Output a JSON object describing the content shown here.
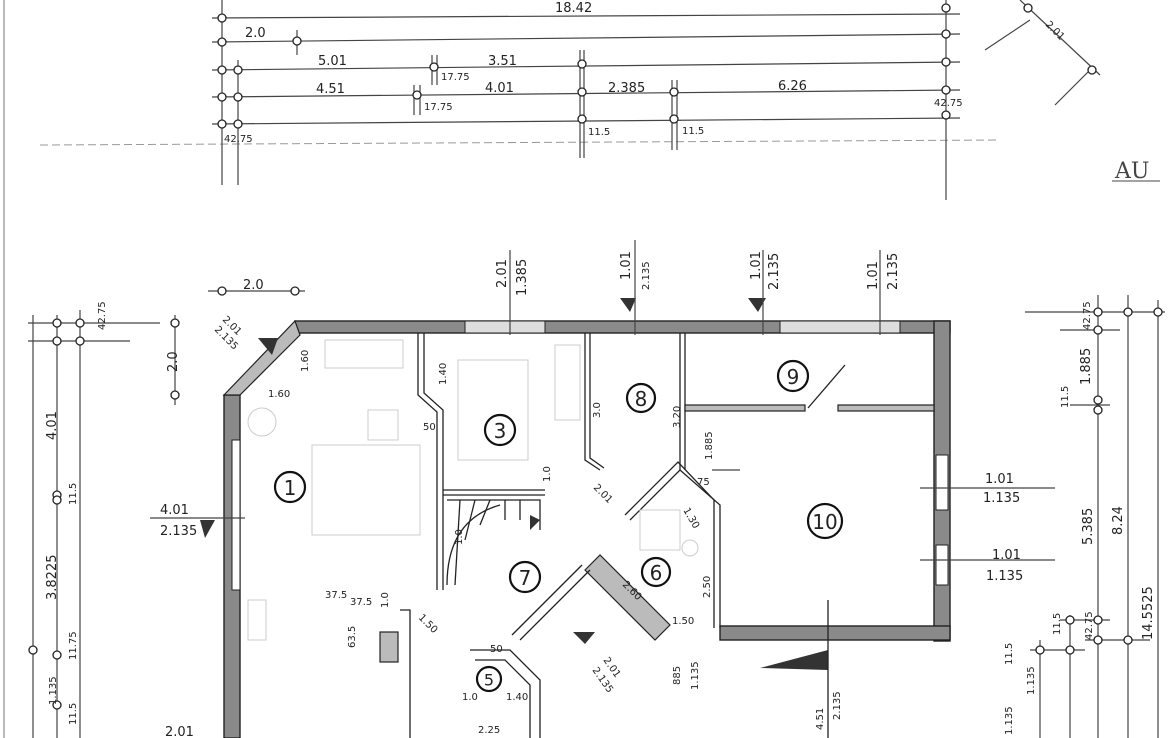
{
  "drawing": {
    "title_mark": "AU",
    "top_dimensions": {
      "overall": "18.42",
      "row1": [
        "2.0"
      ],
      "row2": [
        "5.01",
        "17.75",
        "3.51"
      ],
      "row3": [
        "4.51",
        "17.75",
        "4.01",
        "2.385",
        "6.26",
        "42.75"
      ],
      "row4": [
        "42.75",
        "11.5",
        "11.5"
      ]
    },
    "rooms": [
      {
        "number": "1"
      },
      {
        "number": "3"
      },
      {
        "number": "5"
      },
      {
        "number": "6"
      },
      {
        "number": "7"
      },
      {
        "number": "8"
      },
      {
        "number": "9"
      },
      {
        "number": "10"
      }
    ],
    "plan_dimensions": {
      "corner_top": "2.0",
      "corner_side": "2.0",
      "corner_window": [
        "2.01",
        "2.135"
      ],
      "corner_inner": [
        "1.60",
        "1.60"
      ],
      "window_top_1": [
        "2.01",
        "1.385"
      ],
      "window_top_2": [
        "1.01",
        "2.135"
      ],
      "window_top_3": [
        "1.01",
        "2.135"
      ],
      "window_top_4": [
        "1.01",
        "2.135"
      ],
      "left_window": [
        "4.01",
        "2.135"
      ],
      "right_window_1": [
        "1.01",
        "1.135"
      ],
      "right_window_2": [
        "1.01",
        "1.135"
      ],
      "room3_wall": "1.40",
      "room3_small": "50",
      "room8_height": "3.0",
      "room9_height": "3.20",
      "diag_1": "1.885",
      "diag_75": "75",
      "diag_201": "2.01",
      "diag_10": "1.0",
      "room6_130": "1.30",
      "room6_250": "2.50",
      "room6_260": "2.60",
      "room6_150": "1.50",
      "bottom_885": "885",
      "bottom_1135": "1.135",
      "bottom_door": [
        "4.51",
        "2.135"
      ],
      "bottom_diag": [
        "2.01",
        "2.135"
      ],
      "stair_dims": [
        "37.5",
        "37.5",
        "1.0",
        "1.50",
        "63.5"
      ],
      "room5_dims": [
        "50",
        "1.0",
        "1.40",
        "2.25"
      ],
      "bottom_left": "2.01",
      "room7_side": "1.0"
    },
    "left_dimensions": [
      "42.75",
      "4.01",
      "11.5",
      "3.8225",
      "11.75",
      "1.135",
      "11.5"
    ],
    "right_dimensions": [
      "42.75",
      "1.885",
      "11.5",
      "5.385",
      "8.24",
      "14.5525",
      "42.75",
      "11.5",
      "1.135",
      "11.5",
      "1.135"
    ]
  }
}
